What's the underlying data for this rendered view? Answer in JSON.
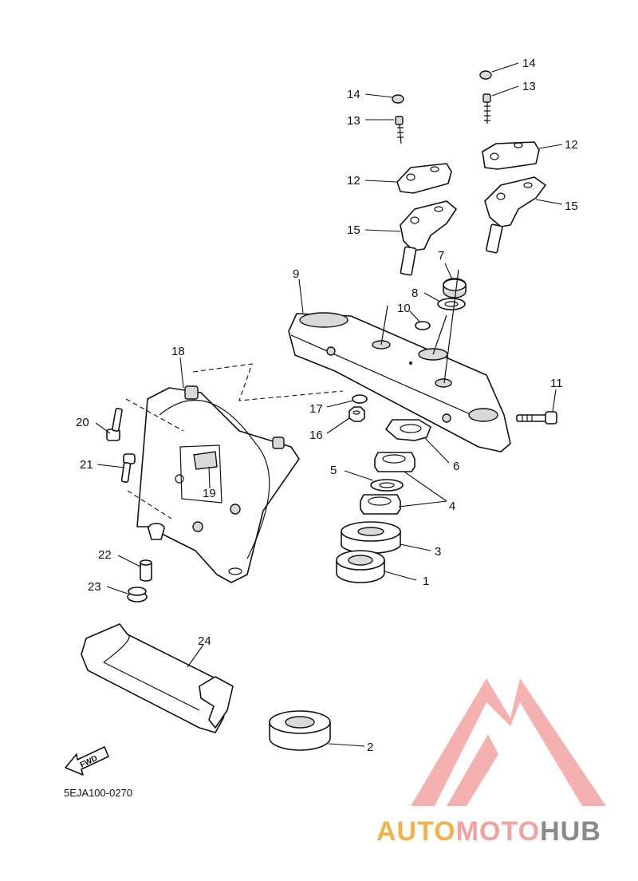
{
  "callouts": [
    "1",
    "2",
    "3",
    "4",
    "5",
    "6",
    "7",
    "8",
    "9",
    "10",
    "11",
    "12",
    "12",
    "13",
    "13",
    "14",
    "14",
    "15",
    "15",
    "16",
    "17",
    "18",
    "19",
    "20",
    "21",
    "22",
    "23",
    "24"
  ],
  "fwd_label": "FWD",
  "diagram_code": "5EJA100-0270",
  "watermark": {
    "part1": "AUTO",
    "part2": "MOTO",
    "part3": "HUB",
    "colors": {
      "auto": "#f2b24a",
      "moto": "#f2a0a0",
      "hub": "#8a8a8a",
      "logo": "#f4a3a3"
    }
  }
}
